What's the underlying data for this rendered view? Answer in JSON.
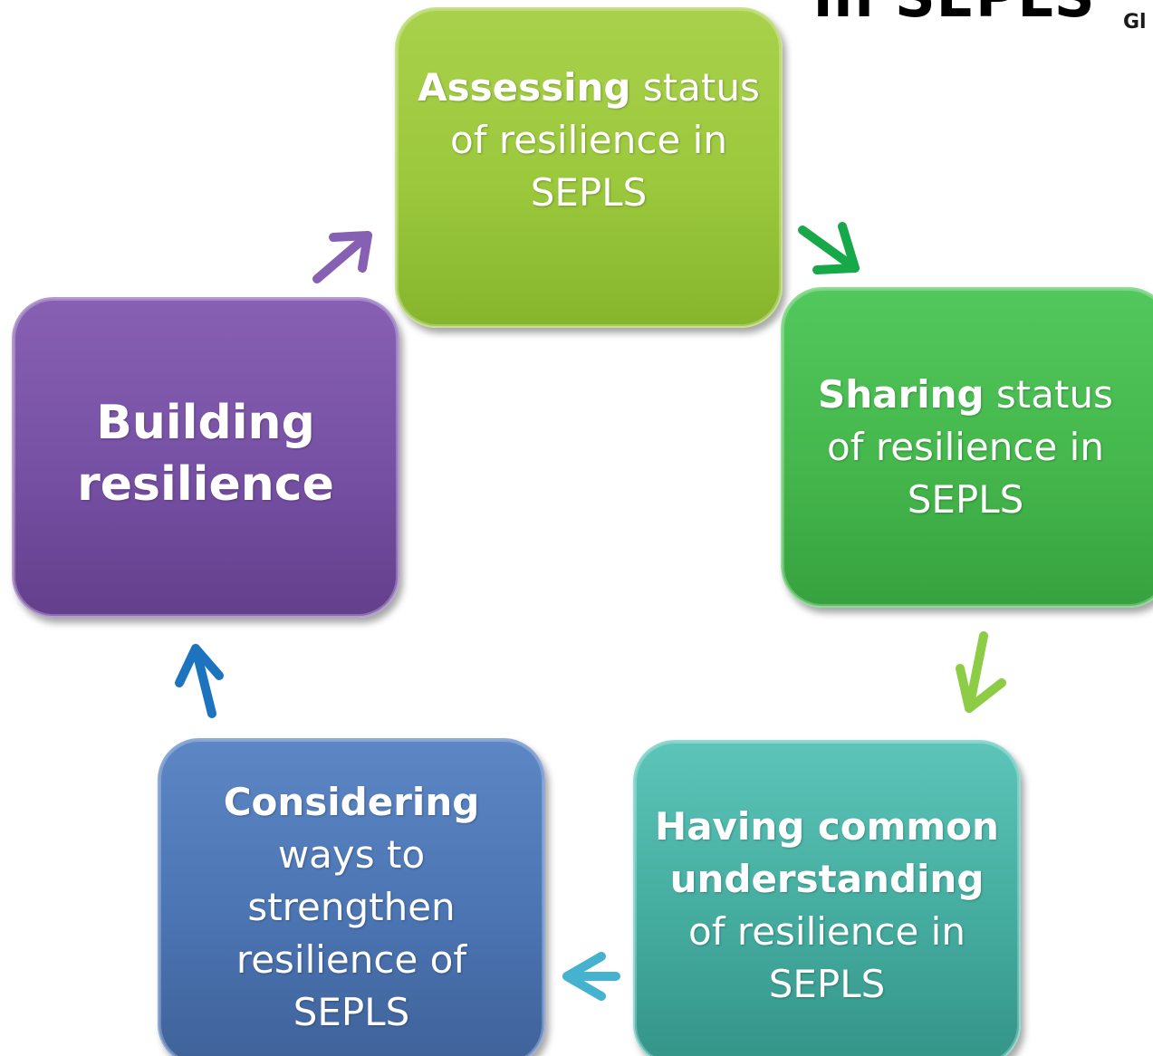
{
  "header": {
    "title_fragment": "in SEPLS",
    "logo_fragment": "Gl"
  },
  "steps": {
    "assessing": {
      "bold": "Assessing",
      "rest_line1": " status",
      "line2": "of resilience in",
      "line3": "SEPLS",
      "color": "#9bc83c"
    },
    "sharing": {
      "bold": "Sharing",
      "rest_line1": " status",
      "line2": "of resilience in",
      "line3": "SEPLS",
      "color": "#45b74c"
    },
    "common": {
      "bold_line1": "Having common",
      "bold_line2": "understanding",
      "line3": "of resilience in",
      "line4": "SEPLS",
      "color": "#44ac9f"
    },
    "considering": {
      "bold": "Considering",
      "line2": "ways to",
      "line3": "strengthen",
      "line4": "resilience of",
      "line5": "SEPLS",
      "color": "#4b74b2"
    },
    "building": {
      "line1": "Building",
      "line2": "resilience",
      "color": "#7650a3"
    }
  },
  "arrow_colors": {
    "build_to_assess": "#8660b3",
    "assess_to_share": "#17a84a",
    "share_to_common": "#8dcc45",
    "common_to_consider": "#45b3cf",
    "consider_to_build": "#1e73be"
  }
}
